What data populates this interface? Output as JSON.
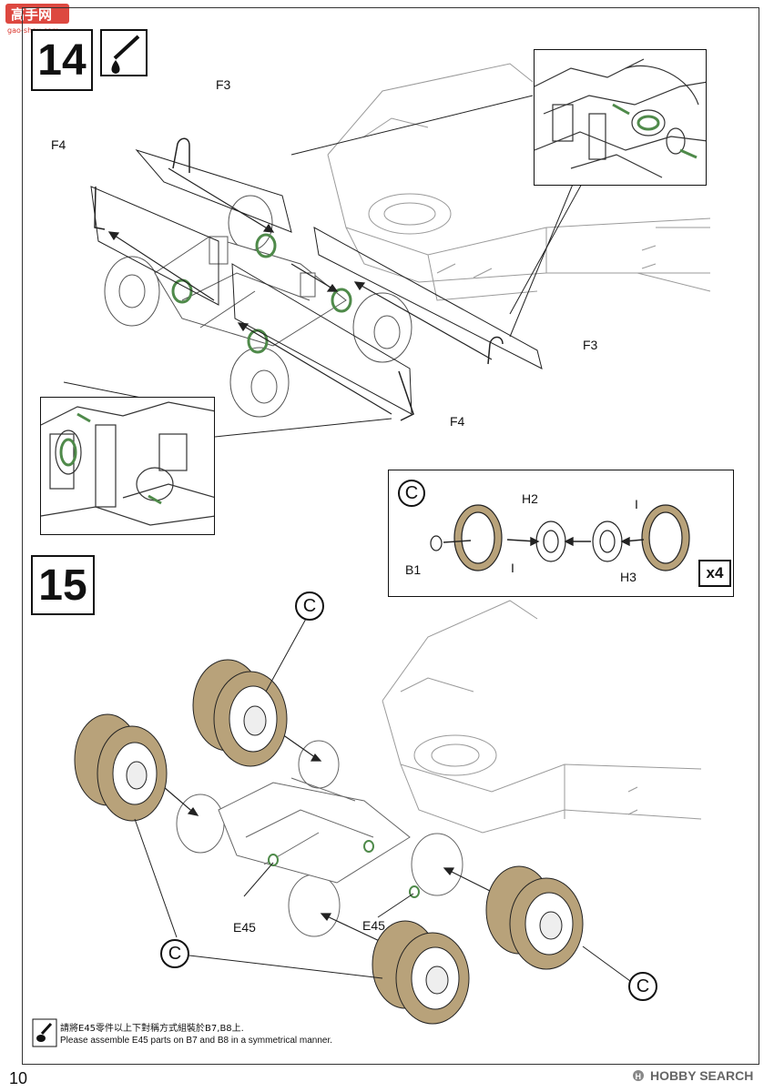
{
  "watermark_top": {
    "title": "高手网",
    "subtitle": "gao-shou.com"
  },
  "step14": {
    "number": "14"
  },
  "step15": {
    "number": "15"
  },
  "part_labels": {
    "f3_top": "F3",
    "f4_left": "F4",
    "f3_right": "F3",
    "f4_bottom": "F4",
    "e45_left": "E45",
    "e45_right": "E45"
  },
  "wheel_assembly": {
    "marker": "C",
    "labels": {
      "b1": "B1",
      "i_left": "I",
      "h2": "H2",
      "h3": "H3",
      "i_right": "I"
    },
    "quantity": "x4"
  },
  "callouts": [
    "C",
    "C",
    "C",
    "C"
  ],
  "note": {
    "text_zh": "請將E45零件以上下對稱方式組裝於B7,B8上.",
    "text_en": "Please assemble E45 parts on B7 and B8 in a symmetrical manner."
  },
  "page_number": "10",
  "watermark_bottom": {
    "brand": "HOBBY SEARCH"
  },
  "colors": {
    "tire": "#b8a27a",
    "tire_tread": "#6d6048",
    "glue_ring": "#4f8a4a",
    "line": "#222222",
    "faint_line": "#9a9a9a"
  }
}
